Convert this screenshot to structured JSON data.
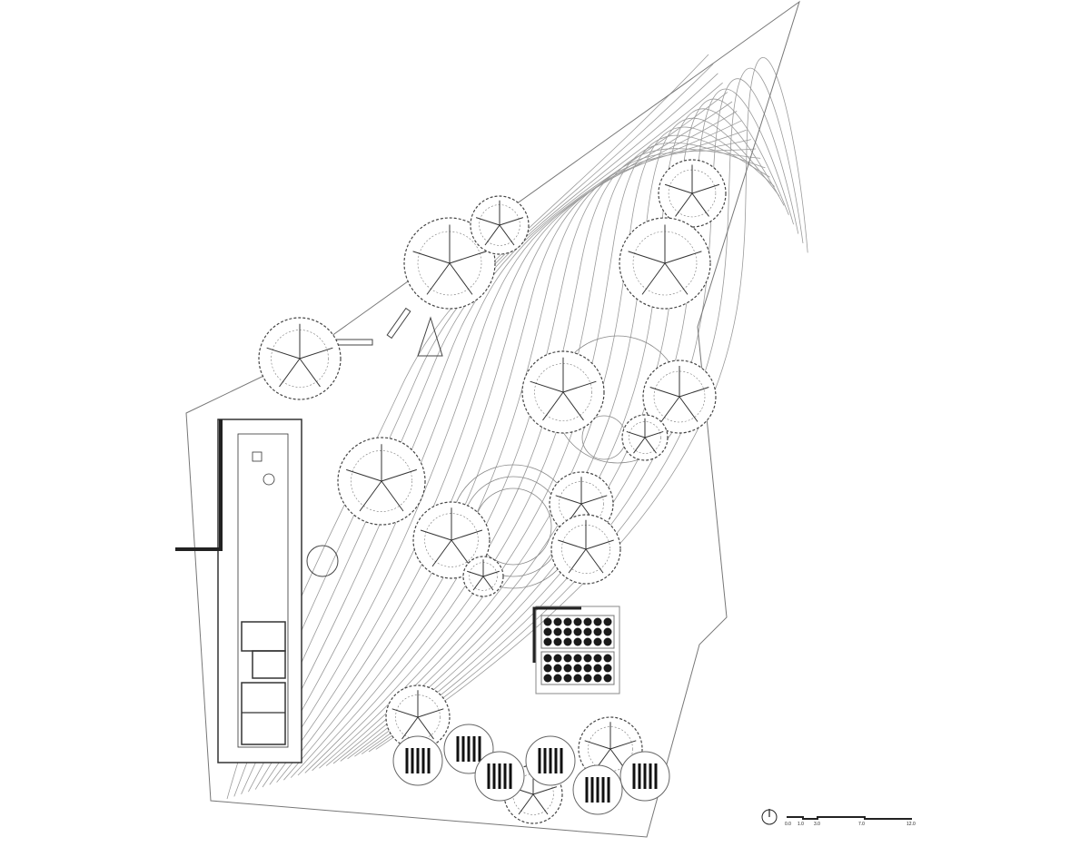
{
  "drawing": {
    "type": "site-plan",
    "line_color": "#555555",
    "fill_dark": "#1a1a1a"
  },
  "scale_bar": {
    "labels": [
      "0.0",
      "1.0",
      "3.0",
      "7.0",
      "12.0"
    ],
    "values": [
      0,
      1,
      3,
      7,
      12
    ]
  },
  "north_icon": "north-arrow-icon"
}
